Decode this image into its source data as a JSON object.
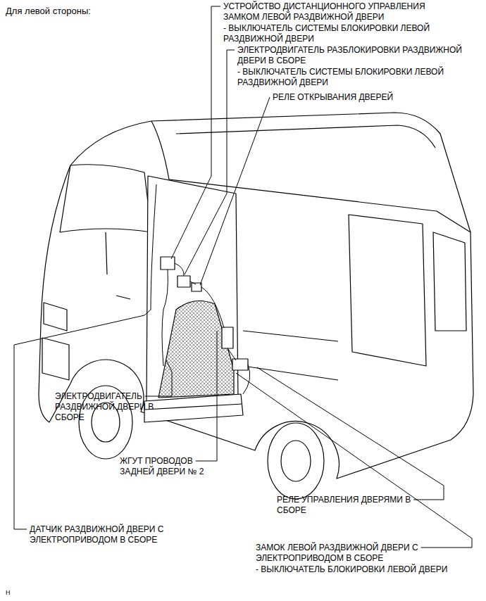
{
  "diagram": {
    "labels": [
      "Для левой стороны:",
      "УСТРОЙСТВО ДИСТАНЦИОННОГО УПРАВЛЕНИЯ ЗАМКОМ ЛЕВОЙ РАЗДВИЖНОЙ ДВЕРИ",
      "- ВЫКЛЮЧАТЕЛЬ СИСТЕМЫ БЛОКИРОВКИ ЛЕВОЙ РАЗДВИЖНОЙ ДВЕРИ",
      "ЭЛЕКТРОДВИГАТЕЛЬ РАЗБЛОКИРОВКИ РАЗДВИЖНОЙ ДВЕРИ В СБОРЕ",
      "- ВЫКЛЮЧАТЕЛЬ СИСТЕМЫ БЛОКИРОВКИ ЛЕВОЙ РАЗДВИЖНОЙ ДВЕРИ",
      "РЕЛЕ ОТКРЫВАНИЯ ДВЕРЕЙ",
      "ЭЛЕКТРОДВИГАТЕЛЬ РАЗДВИЖНОЙ ДВЕРИ В СБОРЕ",
      "ЖГУТ ПРОВОДОВ ЗАДНЕЙ ДВЕРИ № 2",
      "РЕЛЕ УПРАВЛЕНИЯ ДВЕРЯМИ В СБОРЕ",
      "ДАТЧИК РАЗДВИЖНОЙ ДВЕРИ С ЭЛЕКТРОПРИВОДОМ В СБОРЕ",
      "ЗАМОК ЛЕВОЙ РАЗДВИЖНОЙ ДВЕРИ С ЭЛЕКТРОПРИВОДОМ В СБОРЕ",
      "- ВЫКЛЮЧАТЕЛЬ БЛОКИРОВКИ ЛЕВОЙ ДВЕРИ",
      "H"
    ]
  }
}
